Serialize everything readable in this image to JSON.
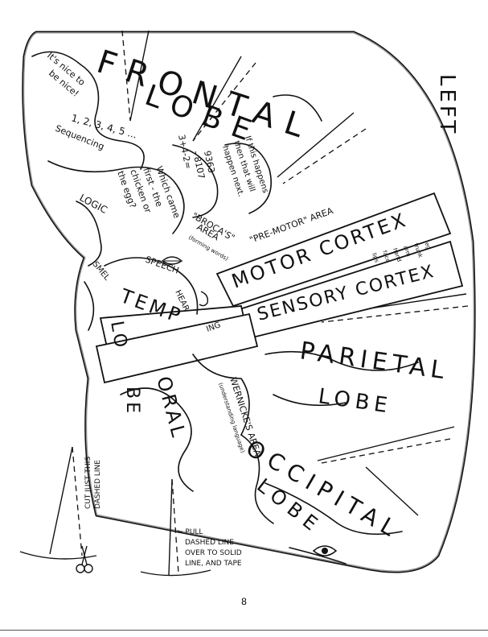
{
  "labels": {
    "side": "LEFT",
    "frontal_lobe": "FRONTAL",
    "frontal_lobe_word": "LOBE",
    "nice": "It's nice to",
    "nice2": "be nice!",
    "sequencing_nums": "1, 2, 3, 4, 5 ...",
    "sequencing": "Sequencing",
    "logic": "LOGIC",
    "chicken1": "Which came",
    "chicken2": "first - the",
    "chicken3": "chicken or",
    "chicken4": "the egg?",
    "math1": "3+4-2=",
    "math2": "9363",
    "math3": "- 8107",
    "ifthen1": "If this happens",
    "ifthen2": "then that will",
    "ifthen3": "happen next.",
    "brocas1": "\"BROCA'S\"",
    "brocas2": "AREA",
    "brocas3": "(forming words)",
    "premotor": "\"PRE-MOTOR\" AREA",
    "motor": "MOTOR CORTEX",
    "sensory": "SENSORY CORTEX",
    "parietal1": "PARIETAL",
    "parietal2": "LOBE",
    "speech": "SPEECH",
    "temporal_top": "TEMP",
    "temporal_mid": "ORAL",
    "temporal_lo": "LO",
    "temporal_be": "BE",
    "smell": "SMEL",
    "hearing_a": "HEAR",
    "hearing_b": "ING",
    "wernicke1": "WERNICKE'S AREA",
    "wernicke2": "(understanding language)",
    "occipital1": "OCCIPITAL",
    "occipital2": "LOBE",
    "motor_parts": [
      "leg",
      "trunk",
      "arm",
      "hand",
      "face",
      "lips"
    ],
    "cut_instruction_1": "CUT JUST THIS",
    "cut_instruction_2": "DASHED LINE",
    "pull_1": "← PULL",
    "pull_2": "DASHED LINE",
    "pull_3": "OVER TO SOLID",
    "pull_4": "LINE, AND TAPE"
  },
  "icons": {
    "scissors": "scissors-icon",
    "eye": "eye-icon",
    "ear": "ear-icon",
    "lips": "lips-icon"
  },
  "page": {
    "number": "8"
  }
}
